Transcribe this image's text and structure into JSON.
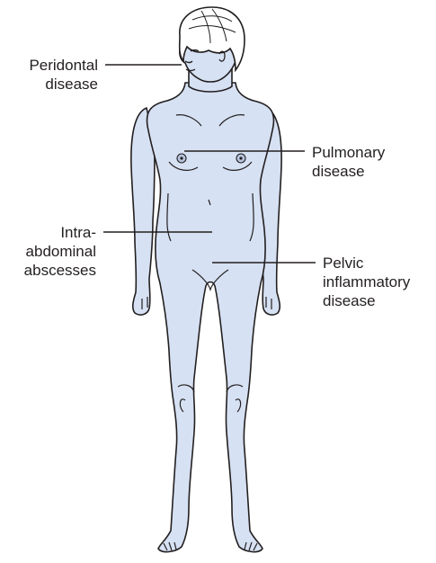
{
  "figure": {
    "colors": {
      "skin": "#d6e1f3",
      "outline": "#231f20",
      "hair": "#ffffff",
      "background": "#ffffff"
    },
    "labels": {
      "periodontal": [
        "Peridontal",
        "disease"
      ],
      "pulmonary": [
        "Pulmonary",
        "disease"
      ],
      "intra_abdominal": [
        "Intra-",
        "abdominal",
        "abscesses"
      ],
      "pelvic": [
        "Pelvic",
        "inflammatory",
        "disease"
      ]
    }
  }
}
